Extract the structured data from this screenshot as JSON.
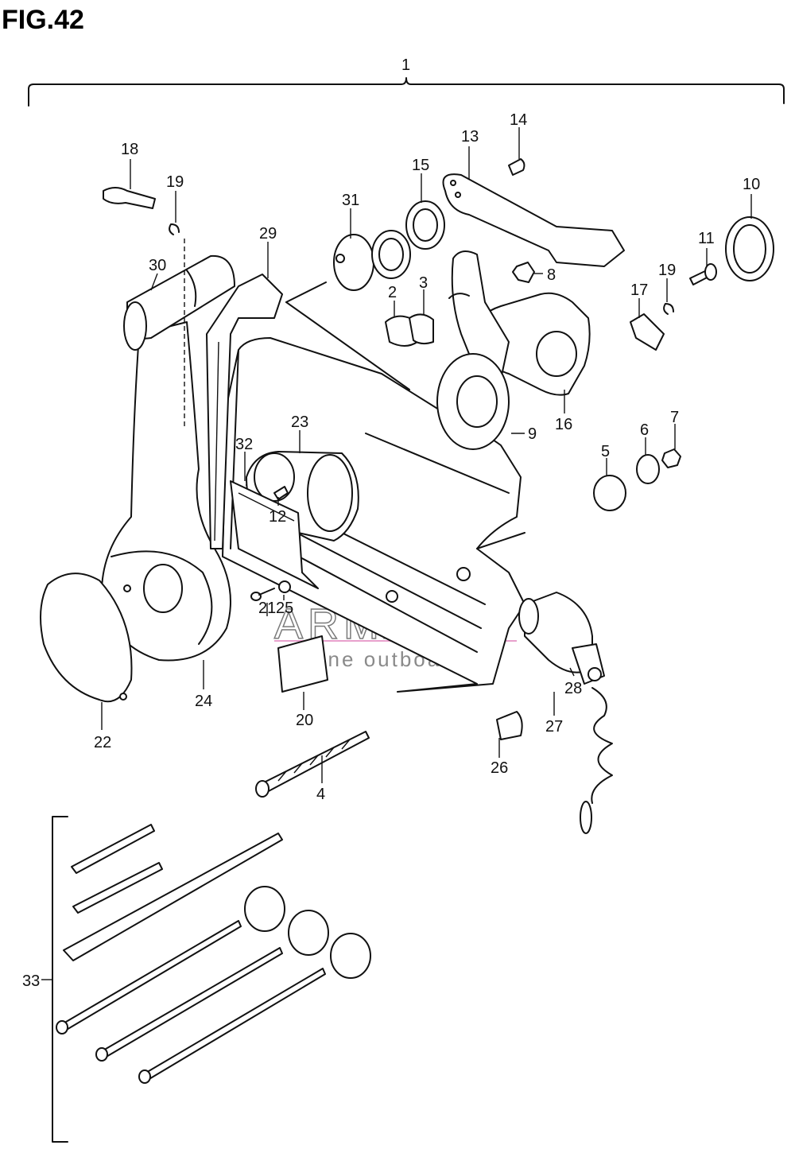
{
  "figure": {
    "title": "FIG.42"
  },
  "watermark": {
    "brand": "ARMADA",
    "tagline": "marine outboards",
    "color": "#e8a0cc"
  },
  "colors": {
    "line": "#111111",
    "background": "#ffffff"
  },
  "callouts": {
    "p1": "1",
    "p2": "2",
    "p3": "3",
    "p4": "4",
    "p5": "5",
    "p6": "6",
    "p7": "7",
    "p8": "8",
    "p9": "9",
    "p10": "10",
    "p11": "11",
    "p12": "12",
    "p13": "13",
    "p14": "14",
    "p15": "15",
    "p16": "16",
    "p17": "17",
    "p18": "18",
    "p19a": "19",
    "p19b": "19",
    "p20": "20",
    "p21": "21",
    "p22": "22",
    "p23": "23",
    "p24": "24",
    "p25": "25",
    "p26": "26",
    "p27": "27",
    "p28": "28",
    "p29": "29",
    "p30": "30",
    "p31": "31",
    "p32": "32",
    "p33": "33"
  }
}
